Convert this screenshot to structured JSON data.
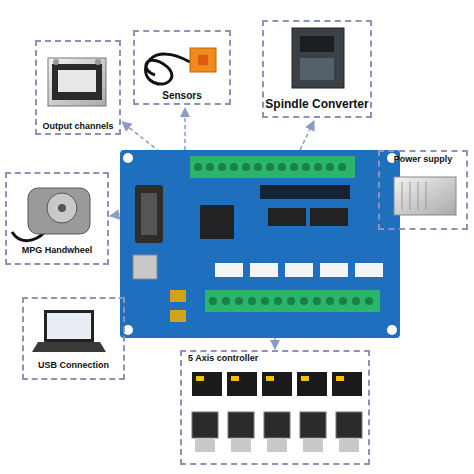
{
  "diagram": {
    "nodes": [
      {
        "text": [
          "Output channels"
        ]
      },
      {
        "text": [
          "Sensors"
        ]
      },
      {
        "text": [
          "Spindle Converter"
        ]
      },
      {
        "text": [
          "MPG Handwheel"
        ]
      },
      {
        "text": [
          "Power supply"
        ]
      },
      {
        "text": [
          "USB Connection"
        ]
      },
      {
        "text": [
          "5 Axis controller"
        ]
      }
    ]
  }
}
